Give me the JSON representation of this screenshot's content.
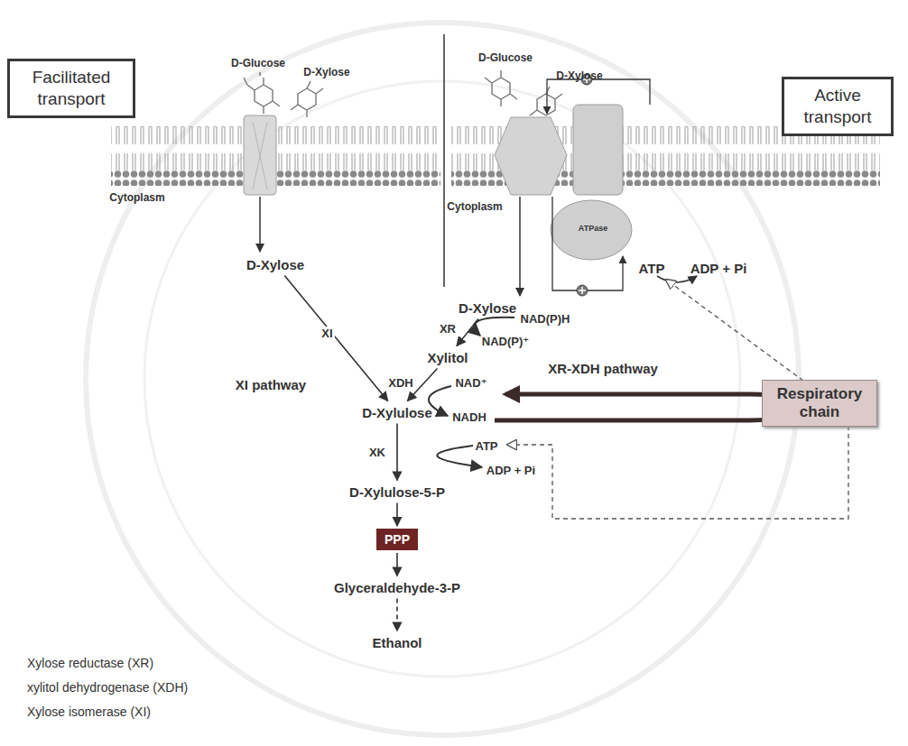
{
  "diagram": {
    "nodes": [
      {
        "text": [
          "Facilitated transport"
        ]
      },
      {
        "text": [
          "Active transport"
        ]
      },
      {
        "text": [
          "D-Xylose"
        ]
      },
      {
        "text": [
          "D-Xylose"
        ]
      },
      {
        "text": [
          "Xylitol"
        ]
      },
      {
        "text": [
          "D-Xylulose"
        ]
      },
      {
        "text": [
          "Respiratory chain"
        ]
      },
      {
        "text": [
          "D-Xylulose-5-P"
        ]
      },
      {
        "text": [
          "PPP"
        ]
      },
      {
        "text": [
          "Glyceraldehyde-3-P"
        ]
      },
      {
        "text": [
          "Ethanol"
        ]
      }
    ],
    "edges": [
      {
        "from": 2,
        "to": 5,
        "arrow": "to",
        "label": "XI"
      },
      {
        "from": 3,
        "to": 4,
        "arrow": "to",
        "label": "XR"
      },
      {
        "from": 4,
        "to": 5,
        "arrow": "to",
        "label": "XDH"
      },
      {
        "from": 5,
        "to": 7,
        "arrow": "to",
        "label": "XK"
      },
      {
        "from": 7,
        "to": 8,
        "arrow": "to"
      },
      {
        "from": 8,
        "to": 9,
        "arrow": "to"
      },
      {
        "from": 9,
        "to": 10,
        "arrow": "to"
      }
    ],
    "labels": [
      "D-Glucose",
      "D-Xylose",
      "Cytoplasm",
      "D-Glucose",
      "D-Xylose",
      "Cytoplasm",
      "ATPase",
      "ATP",
      "ADP + Pi",
      "NAD(P)H",
      "NAD(P)⁺",
      "XI pathway",
      "XR-XDH pathway",
      "NAD⁺",
      "NADH",
      "ATP",
      "ADP + Pi",
      "Xylose reductase (XR)",
      "xylitol dehydrogenase (XDH)",
      "Xylose isomerase (XI)"
    ]
  }
}
